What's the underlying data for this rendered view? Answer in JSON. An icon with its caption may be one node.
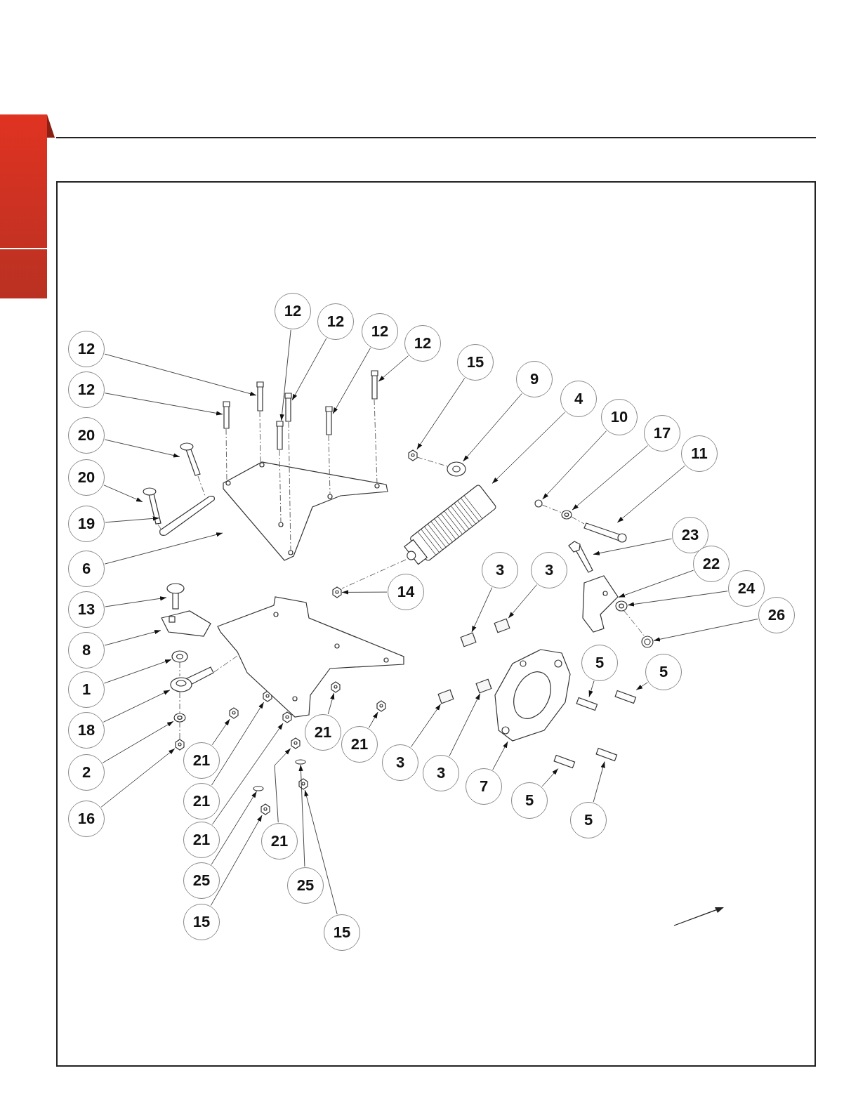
{
  "diagram": {
    "nodes": [
      {
        "text": [
          "12"
        ]
      },
      {
        "text": [
          "12"
        ]
      },
      {
        "text": [
          "12"
        ]
      },
      {
        "text": [
          "12"
        ]
      },
      {
        "text": [
          "12"
        ]
      },
      {
        "text": [
          "15"
        ]
      },
      {
        "text": [
          "9"
        ]
      },
      {
        "text": [
          "12"
        ]
      },
      {
        "text": [
          "4"
        ]
      },
      {
        "text": [
          "10"
        ]
      },
      {
        "text": [
          "17"
        ]
      },
      {
        "text": [
          "20"
        ]
      },
      {
        "text": [
          "11"
        ]
      },
      {
        "text": [
          "20"
        ]
      },
      {
        "text": [
          "19"
        ]
      },
      {
        "text": [
          "23"
        ]
      },
      {
        "text": [
          "22"
        ]
      },
      {
        "text": [
          "6"
        ]
      },
      {
        "text": [
          "3"
        ]
      },
      {
        "text": [
          "3"
        ]
      },
      {
        "text": [
          "24"
        ]
      },
      {
        "text": [
          "14"
        ]
      },
      {
        "text": [
          "13"
        ]
      },
      {
        "text": [
          "26"
        ]
      },
      {
        "text": [
          "8"
        ]
      },
      {
        "text": [
          "5"
        ]
      },
      {
        "text": [
          "5"
        ]
      },
      {
        "text": [
          "1"
        ]
      },
      {
        "text": [
          "18"
        ]
      },
      {
        "text": [
          "21"
        ]
      },
      {
        "text": [
          "21"
        ]
      },
      {
        "text": [
          "21"
        ]
      },
      {
        "text": [
          "3"
        ]
      },
      {
        "text": [
          "2"
        ]
      },
      {
        "text": [
          "3"
        ]
      },
      {
        "text": [
          "7"
        ]
      },
      {
        "text": [
          "5"
        ]
      },
      {
        "text": [
          "21"
        ]
      },
      {
        "text": [
          "16"
        ]
      },
      {
        "text": [
          "5"
        ]
      },
      {
        "text": [
          "21"
        ]
      },
      {
        "text": [
          "21"
        ]
      },
      {
        "text": [
          "25"
        ]
      },
      {
        "text": [
          "25"
        ]
      },
      {
        "text": [
          "15"
        ]
      },
      {
        "text": [
          "15"
        ]
      },
      {
        "text": [],
        "shape": "bar"
      },
      {
        "text": [],
        "shape": "bar"
      },
      {
        "text": [],
        "shape": "bar"
      },
      {
        "text": [],
        "shape": "bar"
      },
      {
        "text": [],
        "shape": "bar"
      },
      {
        "text": [],
        "shape": "picture"
      },
      {
        "text": [],
        "shape": "picture"
      },
      {
        "text": [],
        "shape": "bar"
      },
      {
        "text": [],
        "shape": "picture"
      },
      {
        "text": [],
        "shape": "circle"
      },
      {
        "text": [],
        "shape": "picture"
      },
      {
        "text": [],
        "shape": "picture"
      },
      {
        "text": [],
        "shape": "bar"
      },
      {
        "text": [],
        "shape": "picture"
      },
      {
        "text": [],
        "shape": "picture"
      },
      {
        "text": [],
        "shape": "picture"
      },
      {
        "text": [],
        "shape": "picture"
      },
      {
        "text": [],
        "shape": "picture"
      },
      {
        "text": [],
        "shape": "box"
      },
      {
        "text": [],
        "shape": "box"
      },
      {
        "text": [],
        "shape": "picture"
      },
      {
        "text": [],
        "shape": "picture"
      },
      {
        "text": [],
        "shape": "picture"
      },
      {
        "text": [],
        "shape": "picture"
      },
      {
        "text": [],
        "shape": "picture"
      },
      {
        "text": [],
        "shape": "bar"
      },
      {
        "text": [],
        "shape": "bar"
      },
      {
        "text": [],
        "shape": "picture"
      },
      {
        "text": [],
        "shape": "picture"
      },
      {
        "text": [],
        "shape": "picture"
      },
      {
        "text": [],
        "shape": "picture"
      },
      {
        "text": [],
        "shape": "picture"
      },
      {
        "text": [],
        "shape": "box"
      },
      {
        "text": [],
        "shape": "picture"
      },
      {
        "text": [],
        "shape": "box"
      },
      {
        "text": [],
        "shape": "picture"
      },
      {
        "text": [],
        "shape": "bar"
      },
      {
        "text": [],
        "shape": "picture"
      },
      {
        "text": [],
        "shape": "picture"
      },
      {
        "text": [],
        "shape": "bar"
      },
      {
        "text": [],
        "shape": "picture"
      },
      {
        "text": [],
        "shape": "picture"
      },
      {
        "text": [],
        "shape": "circle"
      },
      {
        "text": [],
        "shape": "circle"
      },
      {
        "text": [],
        "shape": "picture"
      },
      {
        "text": [],
        "shape": "picture"
      },
      {
        "text": [],
        "shape": "picture"
      }
    ],
    "edges": [
      {
        "from": 0,
        "to": 46,
        "arrow": "to"
      },
      {
        "from": 1,
        "to": 47,
        "arrow": "to"
      },
      {
        "from": 2,
        "to": 48,
        "arrow": "to"
      },
      {
        "from": 3,
        "to": 49,
        "arrow": "to"
      },
      {
        "from": 4,
        "to": 50,
        "arrow": "to"
      },
      {
        "from": 5,
        "to": 51,
        "arrow": "to"
      },
      {
        "from": 6,
        "to": 52,
        "arrow": "to"
      },
      {
        "from": 7,
        "to": 53,
        "arrow": "to"
      },
      {
        "from": 8,
        "to": 54,
        "arrow": "to"
      },
      {
        "from": 9,
        "to": 55,
        "arrow": "to"
      },
      {
        "from": 10,
        "to": 56,
        "arrow": "to"
      },
      {
        "from": 11,
        "to": 57,
        "arrow": "to"
      },
      {
        "from": 12,
        "to": 58,
        "arrow": "to"
      },
      {
        "from": 13,
        "to": 59,
        "arrow": "to"
      },
      {
        "from": 14,
        "to": 60,
        "arrow": "to"
      },
      {
        "from": 15,
        "to": 61,
        "arrow": "to"
      },
      {
        "from": 16,
        "to": 62,
        "arrow": "to"
      },
      {
        "from": 17,
        "to": 63,
        "arrow": "to"
      },
      {
        "from": 18,
        "to": 64,
        "arrow": "to"
      },
      {
        "from": 19,
        "to": 65,
        "arrow": "to"
      },
      {
        "from": 20,
        "to": 66,
        "arrow": "to"
      },
      {
        "from": 21,
        "to": 67,
        "arrow": "to"
      },
      {
        "from": 22,
        "to": 68,
        "arrow": "to"
      },
      {
        "from": 23,
        "to": 69,
        "arrow": "to"
      },
      {
        "from": 24,
        "to": 70,
        "arrow": "to"
      },
      {
        "from": 25,
        "to": 71,
        "arrow": "to"
      },
      {
        "from": 26,
        "to": 72,
        "arrow": "to"
      },
      {
        "from": 27,
        "to": 73,
        "arrow": "to"
      },
      {
        "from": 28,
        "to": 74,
        "arrow": "to"
      },
      {
        "from": 29,
        "to": 75,
        "arrow": "to"
      },
      {
        "from": 30,
        "to": 76,
        "arrow": "to"
      },
      {
        "from": 31,
        "to": 77,
        "arrow": "to"
      },
      {
        "from": 32,
        "to": 78,
        "arrow": "to"
      },
      {
        "from": 33,
        "to": 79,
        "arrow": "to"
      },
      {
        "from": 34,
        "to": 80,
        "arrow": "to"
      },
      {
        "from": 35,
        "to": 81,
        "arrow": "to"
      },
      {
        "from": 36,
        "to": 82,
        "arrow": "to"
      },
      {
        "from": 37,
        "to": 83,
        "arrow": "to"
      },
      {
        "from": 38,
        "to": 84,
        "arrow": "to"
      },
      {
        "from": 39,
        "to": 85,
        "arrow": "to"
      },
      {
        "from": 40,
        "to": 86,
        "arrow": "to"
      },
      {
        "from": 41,
        "to": 87,
        "arrow": "to"
      },
      {
        "from": 42,
        "to": 88,
        "arrow": "to"
      },
      {
        "from": 43,
        "to": 89,
        "arrow": "to"
      },
      {
        "from": 44,
        "to": 90,
        "arrow": "to"
      },
      {
        "from": 45,
        "to": 91,
        "arrow": "to"
      },
      {
        "from": 53,
        "to": 63,
        "arrow": "none",
        "style": "dashed"
      },
      {
        "from": 50,
        "to": 63,
        "arrow": "none",
        "style": "dashed"
      },
      {
        "from": 47,
        "to": 63,
        "arrow": "none",
        "style": "dashed"
      },
      {
        "from": 46,
        "to": 63,
        "arrow": "none",
        "style": "dashed"
      },
      {
        "from": 48,
        "to": 63,
        "arrow": "none",
        "style": "dashed"
      },
      {
        "from": 49,
        "to": 63,
        "arrow": "none",
        "style": "dashed"
      },
      {
        "from": 57,
        "to": 60,
        "arrow": "none",
        "style": "dashed"
      },
      {
        "from": 59,
        "to": 60,
        "arrow": "none",
        "style": "dashed"
      },
      {
        "from": 51,
        "to": 52,
        "arrow": "none",
        "style": "dashed"
      },
      {
        "from": 54,
        "to": 67,
        "arrow": "none",
        "style": "dashed"
      },
      {
        "from": 55,
        "to": 56,
        "arrow": "none",
        "style": "dashed"
      },
      {
        "from": 56,
        "to": 58,
        "arrow": "none",
        "style": "dashed"
      },
      {
        "from": 66,
        "to": 69,
        "arrow": "none",
        "style": "dashed"
      },
      {
        "from": 73,
        "to": 74,
        "arrow": "none",
        "style": "dashed"
      },
      {
        "from": 74,
        "to": 79,
        "arrow": "none",
        "style": "dashed"
      },
      {
        "from": 79,
        "to": 84,
        "arrow": "none",
        "style": "dashed"
      },
      {
        "from": 74,
        "to": 92,
        "arrow": "none",
        "style": "dashed"
      }
    ]
  }
}
